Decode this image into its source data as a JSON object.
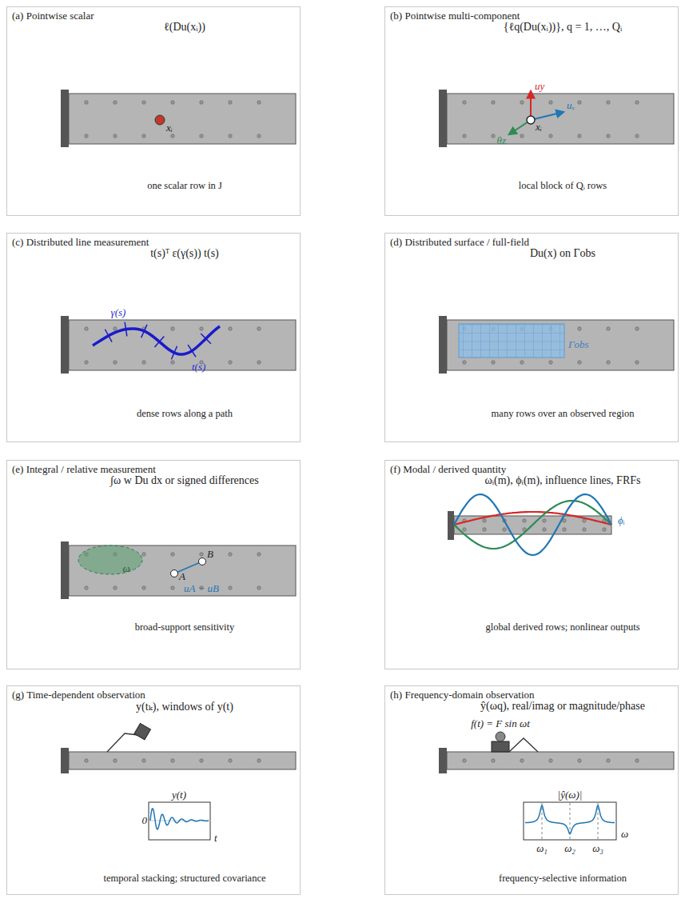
{
  "diagram": {
    "nodes": [
      {
        "text": [
          "(a) Pointwise scalar",
          "ℓ(Du(xᵢ))",
          "one scalar row in J"
        ]
      },
      {
        "text": [
          "(b) Pointwise multi-component",
          "{ℓq(Du(xᵢ))}, q = 1, …, Qᵢ",
          "local block of Qᵢ rows"
        ]
      },
      {
        "text": [
          "(c) Distributed line measurement",
          "t(s)ᵀ ε(γ(s)) t(s)",
          "dense rows along a path"
        ]
      },
      {
        "text": [
          "(d) Distributed surface / full-field",
          "Du(x) on Γobs",
          "many rows over an observed region"
        ]
      },
      {
        "text": [
          "(e) Integral / relative measurement",
          "∫ω w Du dx or signed differences",
          "broad-support sensitivity"
        ]
      },
      {
        "text": [
          "(f) Modal / derived quantity",
          "ωᵢ(m), ϕᵢ(m), influence lines, FRFs",
          "global derived rows; nonlinear outputs"
        ]
      },
      {
        "text": [
          "(g) Time-dependent observation",
          "y(tₖ), windows of y(t)",
          "temporal stacking; structured covariance"
        ]
      },
      {
        "text": [
          "(h) Frequency-domain observation",
          "ŷ(ωq), real/imag or magnitude/phase",
          "frequency-selective information"
        ]
      }
    ],
    "labels": [
      "xᵢ",
      "uy",
      "uₓ",
      "xᵢ",
      "θz",
      "γ(s)",
      "t(s)",
      "Γobs",
      "A",
      "B",
      "uA − uB",
      "ω",
      "ϕᵢ",
      "y(t)",
      "0",
      "t",
      "f(t) = F sin ωt",
      "|ŷ(ω)|",
      "ω₁",
      "ω₂",
      "ω₃",
      "ω"
    ]
  }
}
